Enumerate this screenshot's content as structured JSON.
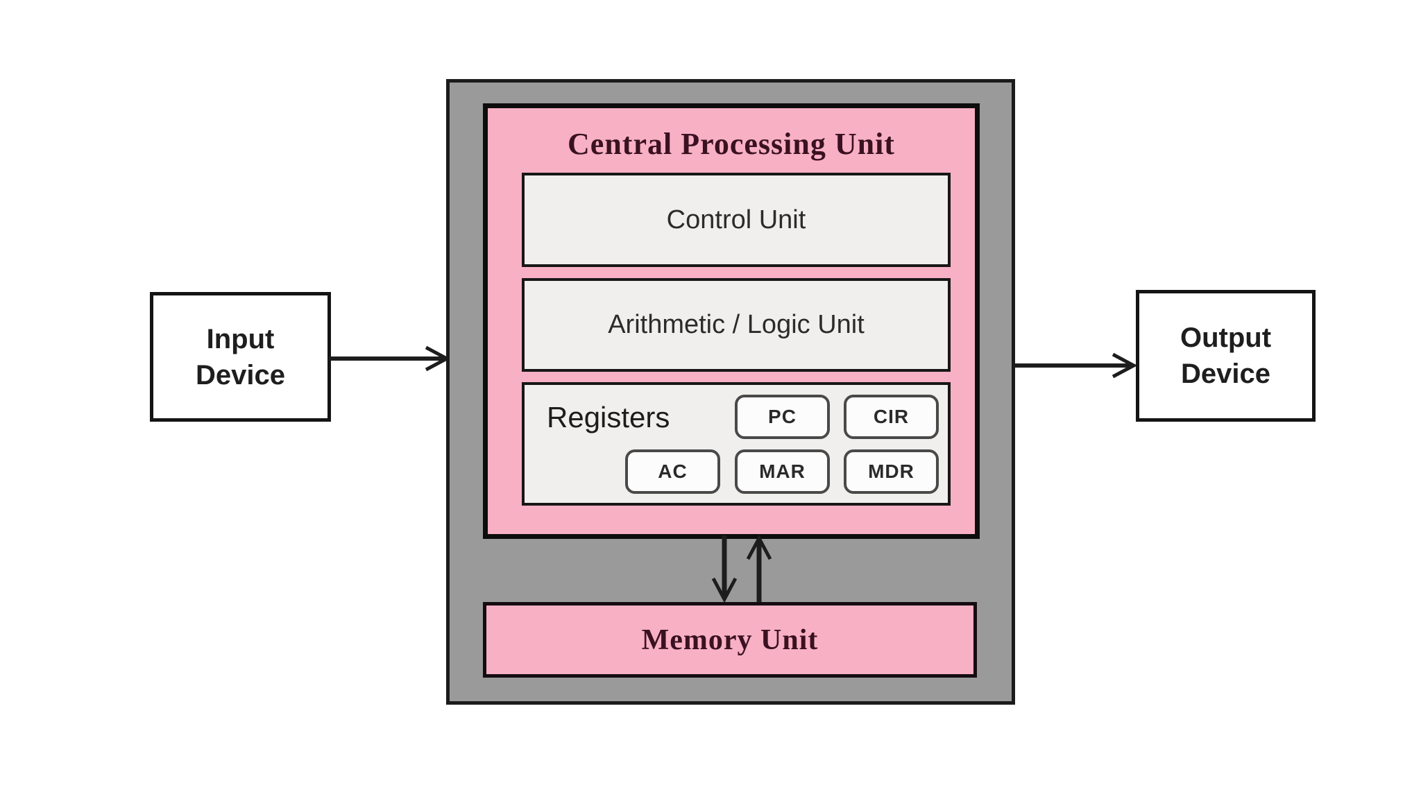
{
  "diagram": {
    "cpu": {
      "title": "Central Processing Unit",
      "control_unit_label": "Control Unit",
      "alu_label": "Arithmetic / Logic Unit",
      "registers": {
        "label": "Registers",
        "row1": [
          "PC",
          "CIR"
        ],
        "row2": [
          "AC",
          "MAR",
          "MDR"
        ]
      }
    },
    "memory_unit_label": "Memory Unit",
    "input_device": {
      "line1": "Input",
      "line2": "Device"
    },
    "output_device": {
      "line1": "Output",
      "line2": "Device"
    },
    "colors": {
      "system_container_gray": "#9a9a9a",
      "cpu_pink": "#f8b0c5",
      "inner_panel_gray": "#f0efed",
      "title_maroon": "#3a1120",
      "line_black": "#1d1d1d"
    }
  }
}
